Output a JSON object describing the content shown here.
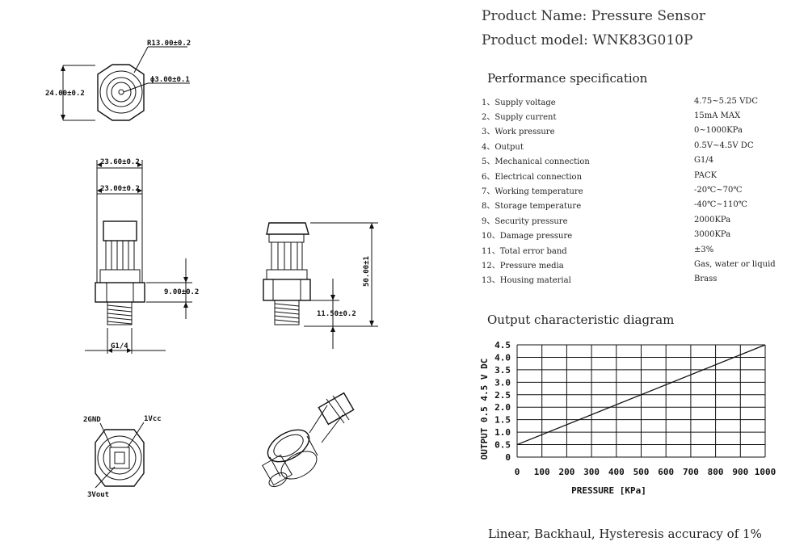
{
  "product": {
    "name_line": "Product Name: Pressure Sensor",
    "model_line": "Product model: WNK83G010P"
  },
  "performance": {
    "heading": "Performance specification",
    "rows": [
      {
        "label": "1、Supply voltage",
        "value": "4.75~5.25  VDC"
      },
      {
        "label": "2、Supply current",
        "value": "15mA  MAX"
      },
      {
        "label": "3、Work pressure",
        "value": "0~1000KPa"
      },
      {
        "label": "4、Output",
        "value": "0.5V~4.5V  DC"
      },
      {
        "label": "5、Mechanical connection",
        "value": "G1/4"
      },
      {
        "label": "6、Electrical connection",
        "value": "PACK"
      },
      {
        "label": "7、Working temperature",
        "value": "-20℃~70℃"
      },
      {
        "label": "8、Storage temperature",
        "value": "-40℃~110℃"
      },
      {
        "label": "9、Security pressure",
        "value": "2000KPa"
      },
      {
        "label": "10、Damage pressure",
        "value": "3000KPa"
      },
      {
        "label": "11、Total error band",
        "value": "±3%"
      },
      {
        "label": "12、Pressure media",
        "value": "Gas, water or liquid"
      },
      {
        "label": "13、Housing material",
        "value": "Brass"
      }
    ]
  },
  "drawing": {
    "dims": {
      "r13": "R13.00±0.2",
      "h24": "24.00±0.2",
      "d3": "ϕ3.00±0.1",
      "w2360": "23.60±0.2",
      "w2300": "23.00±0.2",
      "h9": "9.00±0.2",
      "g14": "G1/4",
      "h50": "50.00±1",
      "h1150": "11.50±0.2"
    },
    "pins": {
      "gnd": "2GND",
      "vcc": "1Vcc",
      "vout": "3Vout"
    }
  },
  "chart_section": {
    "heading": "Output characteristic diagram"
  },
  "chart_data": {
    "type": "line",
    "title": "",
    "xlabel": "PRESSURE  [KPa]",
    "ylabel": "OUTPUT 0.5  4.5 V DC",
    "xlim": [
      0,
      1000
    ],
    "ylim": [
      0,
      4.5
    ],
    "x_ticks": [
      "0",
      "100",
      "200",
      "300",
      "400",
      "500",
      "600",
      "700",
      "800",
      "900",
      "1000"
    ],
    "y_ticks": [
      "0",
      "0.5",
      "1.0",
      "1.5",
      "2.0",
      "2.5",
      "3.0",
      "3.5",
      "4.0",
      "4.5"
    ],
    "grid": true,
    "series": [
      {
        "x": [
          0,
          1000
        ],
        "y": [
          0.5,
          4.5
        ]
      }
    ]
  },
  "footer": {
    "note": "Linear, Backhaul, Hysteresis accuracy of 1%"
  }
}
